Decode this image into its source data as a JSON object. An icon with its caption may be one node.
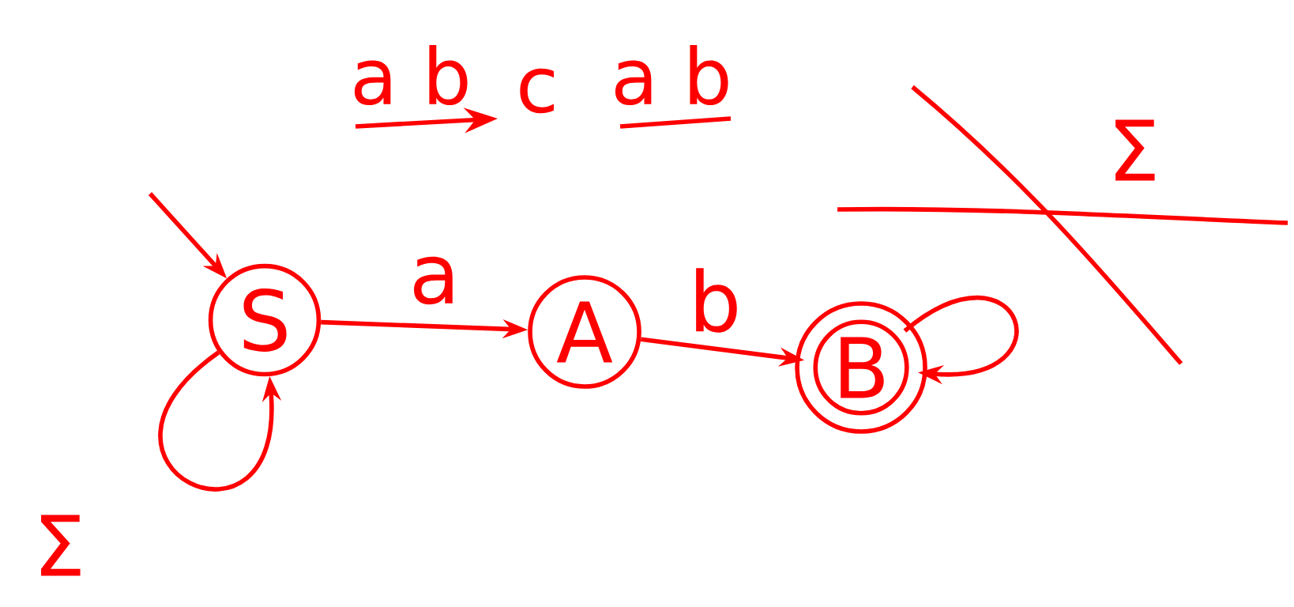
{
  "diagram": {
    "nodes": [
      {
        "text": [
          "S"
        ]
      },
      {
        "text": [
          "A"
        ]
      },
      {
        "text": [
          "B"
        ]
      }
    ],
    "edges": [
      {
        "from": null,
        "to": 0,
        "arrow": "to"
      },
      {
        "from": 0,
        "to": 1,
        "arrow": "to",
        "label": "a"
      },
      {
        "from": 1,
        "to": 2,
        "arrow": "to",
        "label": "b"
      },
      {
        "from": 0,
        "to": 0,
        "arrow": "to",
        "label": "Σ"
      },
      {
        "from": 2,
        "to": 2,
        "arrow": "to",
        "label": "Σ"
      }
    ],
    "labels": [
      "a b",
      "c",
      "a b"
    ]
  }
}
